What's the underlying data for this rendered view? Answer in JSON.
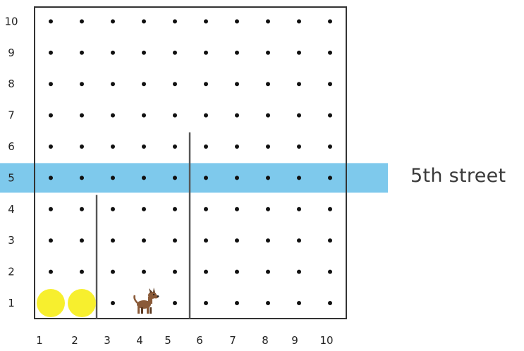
{
  "grid": {
    "x_ticks": [
      "1",
      "2",
      "3",
      "4",
      "5",
      "6",
      "7",
      "8",
      "9",
      "10"
    ],
    "y_ticks": [
      "1",
      "2",
      "3",
      "4",
      "5",
      "6",
      "7",
      "8",
      "9",
      "10"
    ],
    "dot_rows": 10,
    "dot_cols": 10
  },
  "highlight": {
    "label": "5th street",
    "row": 5,
    "color": "#7ec9ec"
  },
  "walls": [
    {
      "x": 2.5,
      "y_from": 0.5,
      "y_to": 4.5
    },
    {
      "x": 5.5,
      "y_from": 0.5,
      "y_to": 6.5
    }
  ],
  "markers": [
    {
      "kind": "yellow-circle",
      "col": 1,
      "row": 1,
      "color": "#f7ef2e"
    },
    {
      "kind": "yellow-circle",
      "col": 2,
      "row": 1,
      "color": "#f7ef2e"
    },
    {
      "kind": "dog",
      "col": 4,
      "row": 1,
      "color": "#8a5a38"
    }
  ],
  "colors": {
    "dot": "#111111",
    "frame": "#333333",
    "wall": "#555555"
  }
}
